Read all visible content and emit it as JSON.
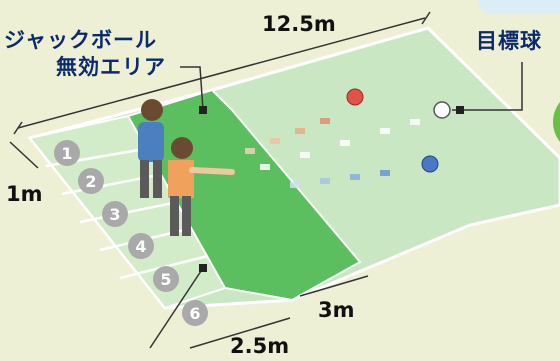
{
  "labels": {
    "jack_zone_line1": "ジャックボール",
    "jack_zone_line2": "無効エリア",
    "target_ball": "目標球"
  },
  "dimensions": {
    "court_length": "12.5m",
    "lane_width": "1m",
    "throw_zone_depth": "2.5m",
    "dead_zone_depth": "3m"
  },
  "lanes": [
    "1",
    "2",
    "3",
    "4",
    "5",
    "6"
  ],
  "colors": {
    "court_light": "#c8e6c2",
    "dead_zone": "#5cbf5f",
    "red_ball": "#e0524a",
    "blue_ball": "#4a78c8",
    "white_ball": "#ffffff",
    "text_navy": "#0b2a6b"
  }
}
